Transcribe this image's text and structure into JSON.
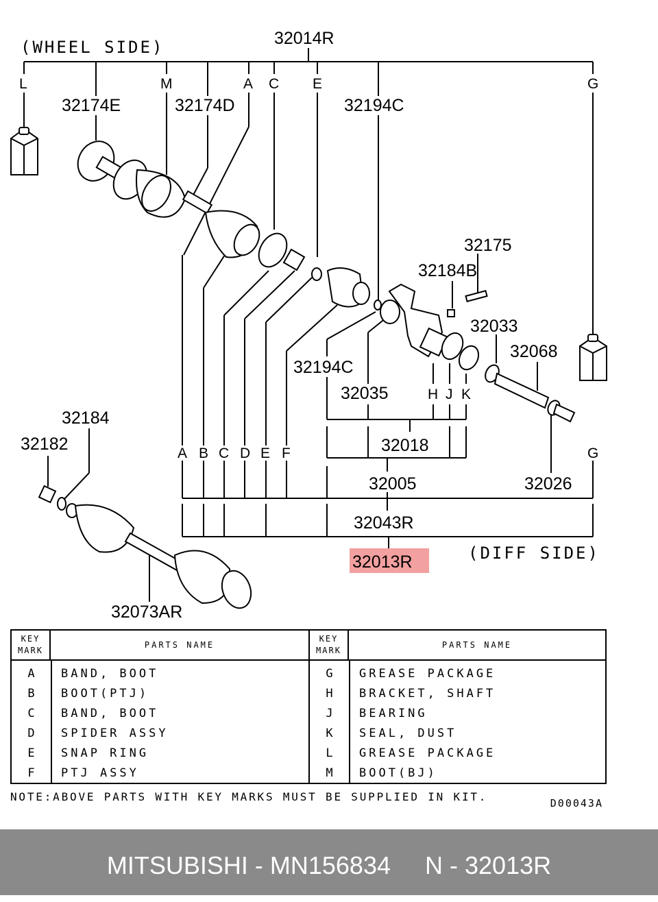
{
  "diagram": {
    "wheel_side_label": "(WHEEL SIDE)",
    "diff_side_label": "(DIFF SIDE)",
    "part_numbers": {
      "shaft_assy_right": "32014R",
      "band_wheel_side": "32174E",
      "band_boot": "32174D",
      "snap_ring_top": "32194C",
      "bolt": "32175",
      "nut_bracket": "32184B",
      "dust_seal": "32033",
      "shaft": "32068",
      "snap_ring_lower": "32194C",
      "spacer": "32035",
      "bracket_kit": "32018",
      "inner_joint_kit": "32005",
      "repair_kit": "32043R",
      "drive_shaft_assy": "32013R",
      "circlip": "32026",
      "washer": "32184",
      "nut": "32182",
      "complete_shaft": "32073AR"
    },
    "key_marks_top": [
      "L",
      "M",
      "A",
      "C",
      "E",
      "G"
    ],
    "key_marks_bottom": [
      "A",
      "B",
      "C",
      "D",
      "E",
      "F",
      "G"
    ],
    "key_marks_bracket": [
      "H",
      "J",
      "K"
    ],
    "highlight_color": "#f2a0a0"
  },
  "table": {
    "key_header": "KEY MARK",
    "key_header_line1": "KEY",
    "key_header_line2": "MARK",
    "name_header": "PARTS NAME",
    "left_rows": [
      {
        "key": "A",
        "name": "BAND, BOOT"
      },
      {
        "key": "B",
        "name": "BOOT(PTJ)"
      },
      {
        "key": "C",
        "name": "BAND, BOOT"
      },
      {
        "key": "D",
        "name": "SPIDER ASSY"
      },
      {
        "key": "E",
        "name": "SNAP RING"
      },
      {
        "key": "F",
        "name": "PTJ ASSY"
      }
    ],
    "right_rows": [
      {
        "key": "G",
        "name": "GREASE PACKAGE"
      },
      {
        "key": "H",
        "name": "BRACKET, SHAFT"
      },
      {
        "key": "J",
        "name": "BEARING"
      },
      {
        "key": "K",
        "name": "SEAL, DUST"
      },
      {
        "key": "L",
        "name": "GREASE PACKAGE"
      },
      {
        "key": "M",
        "name": "BOOT(BJ)"
      }
    ]
  },
  "note": "NOTE:ABOVE PARTS WITH KEY MARKS MUST BE SUPPLIED IN KIT.",
  "drawing_code": "D00043A",
  "footer": {
    "brand": "MITSUBISHI",
    "part_number": "MN156834",
    "ref": "N - 32013R",
    "full_text": "MITSUBISHI - MN156834     N - 32013R",
    "background": "#8a8a8a"
  }
}
